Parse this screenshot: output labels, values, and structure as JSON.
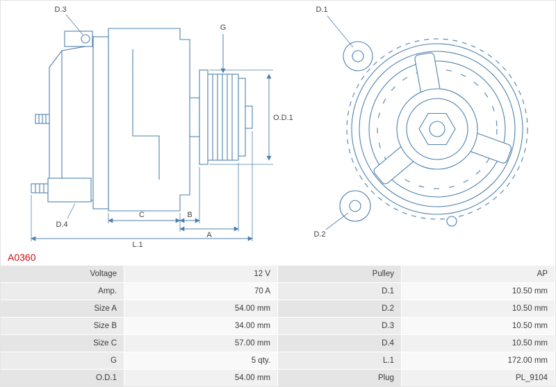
{
  "part_number": "A0360",
  "colors": {
    "drawing_line": "#4d80ad",
    "part_number_red": "#cc0c0c",
    "row_label_bg": "#e5e5e5",
    "row_value_bg": "#f1f1f1"
  },
  "diagram": {
    "labels": {
      "d1": "D.1",
      "d2": "D.2",
      "d3": "D.3",
      "d4": "D.4",
      "g": "G",
      "od1": "O.D.1",
      "a": "A",
      "b": "B",
      "c": "C",
      "l1": "L.1"
    }
  },
  "spec_table": {
    "rows": [
      {
        "label_left": "Voltage",
        "value_left": "12 V",
        "label_right": "Pulley",
        "value_right": "AP"
      },
      {
        "label_left": "Amp.",
        "value_left": "70 A",
        "label_right": "D.1",
        "value_right": "10.50 mm"
      },
      {
        "label_left": "Size A",
        "value_left": "54.00 mm",
        "label_right": "D.2",
        "value_right": "10.50 mm"
      },
      {
        "label_left": "Size B",
        "value_left": "34.00 mm",
        "label_right": "D.3",
        "value_right": "10.50 mm"
      },
      {
        "label_left": "Size C",
        "value_left": "57.00 mm",
        "label_right": "D.4",
        "value_right": "10.50 mm"
      },
      {
        "label_left": "G",
        "value_left": "5 qty.",
        "label_right": "L.1",
        "value_right": "172.00 mm"
      },
      {
        "label_left": "O.D.1",
        "value_left": "54.00 mm",
        "label_right": "Plug",
        "value_right": "PL_9104"
      }
    ]
  }
}
